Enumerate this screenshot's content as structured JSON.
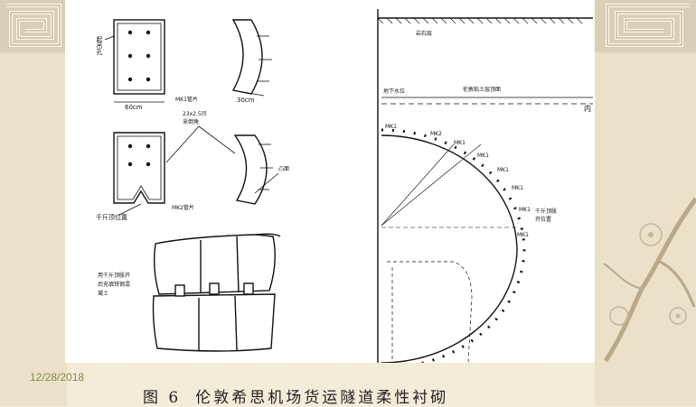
{
  "slide": {
    "date": "12/28/2018",
    "caption_figure": "图 6",
    "caption_title": "伦敦希思机场货运隧道柔性衬砌"
  },
  "diagram": {
    "lifting_hole": "起吊孔",
    "width_top": "60cm",
    "segment_mk1": "MK1管片",
    "bar_label_1": "23x2.5凹",
    "bar_label_2": "采倒角",
    "thickness": "30cm",
    "convex": "凸面",
    "segment_mk2": "MK2管片",
    "jack_position": "千斤顶位置",
    "bottom_note_1": "用千斤顶胀开",
    "bottom_note_2": "后充填铁钢混",
    "bottom_note_3": "凝土",
    "rock_layer": "岩石层",
    "groundwater": "地下水位",
    "clay_top": "伦敦粘土层顶面",
    "mk1_tag": "MK1",
    "ring_labels": [
      "MK2",
      "MK1",
      "MK1",
      "MK1",
      "MK1",
      "MK1",
      "MK1"
    ],
    "jack_right_1": "千斤顶胀",
    "jack_right_2": "开位置",
    "cut_char": "内"
  }
}
